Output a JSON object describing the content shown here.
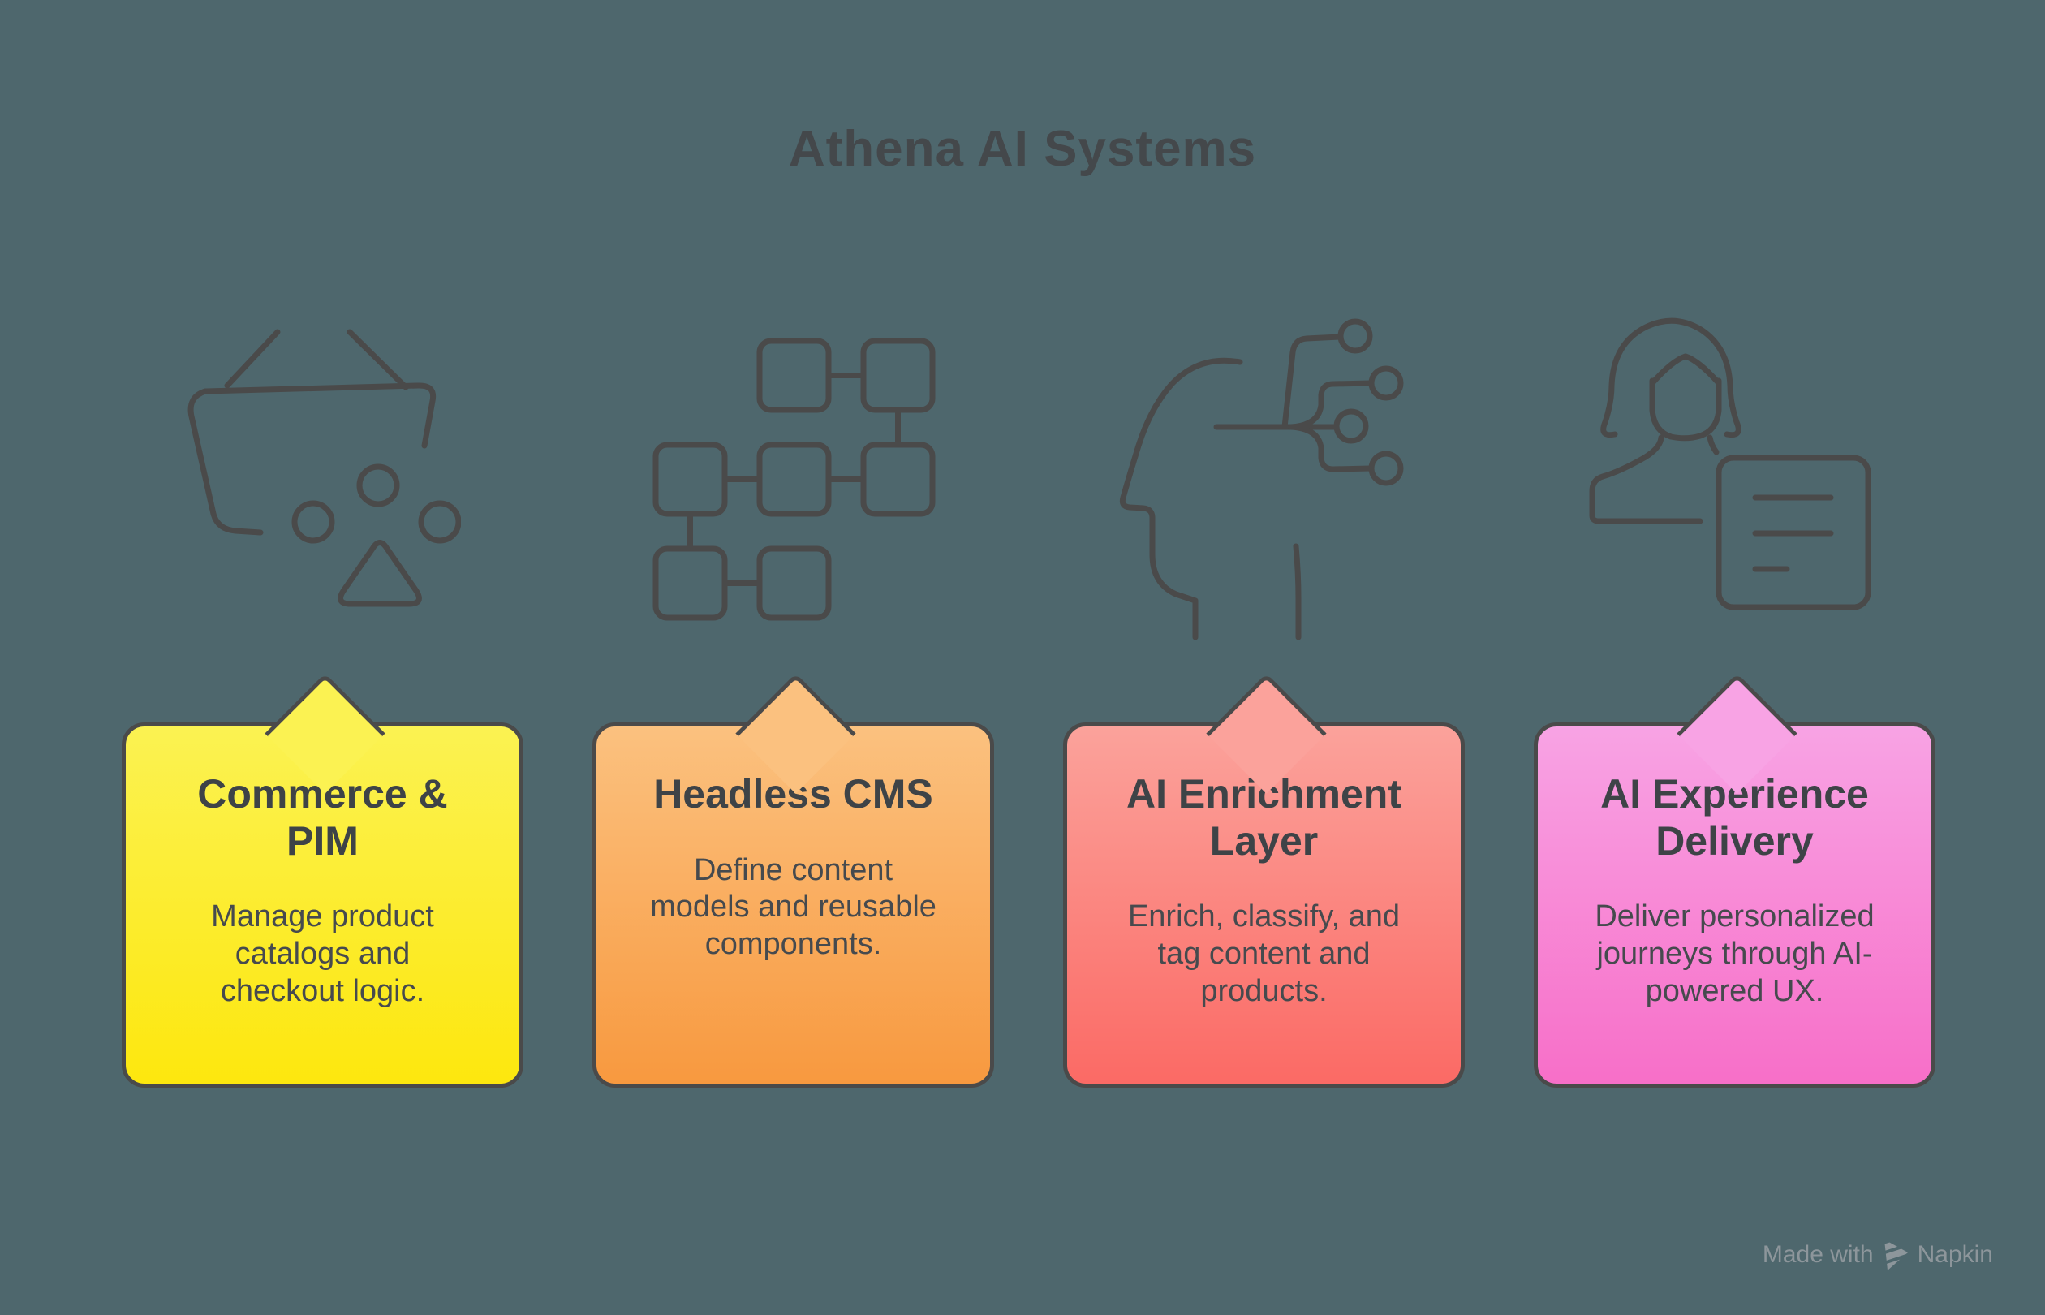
{
  "title": "Athena AI Systems",
  "background_color": "#4e676d",
  "outline_color": "#4a4a4a",
  "icon_stroke_color": "#4a4a4a",
  "cards": [
    {
      "title": "Commerce &\nPIM",
      "body": "Manage product\ncatalogs and\ncheckout logic.",
      "icon": "shopping-basket-icon",
      "gradient_top": "#fbf252",
      "gradient_bottom": "#fde70e"
    },
    {
      "title": "Headless CMS",
      "body": "Define content\nmodels and reusable\ncomponents.",
      "icon": "content-blocks-icon",
      "gradient_top": "#fbc17f",
      "gradient_bottom": "#f8993f"
    },
    {
      "title": "AI Enrichment\nLayer",
      "body": "Enrich, classify, and\ntag content and\nproducts.",
      "icon": "ai-head-circuit-icon",
      "gradient_top": "#fba29b",
      "gradient_bottom": "#fb6a65"
    },
    {
      "title": "AI Experience\nDelivery",
      "body": "Deliver personalized\njourneys through AI-\npowered UX.",
      "icon": "persona-document-icon",
      "gradient_top": "#f8a3e4",
      "gradient_bottom": "#f76fc8"
    }
  ],
  "footer": {
    "made_with": "Made with",
    "brand": "Napkin",
    "text_color": "#8d969b"
  }
}
